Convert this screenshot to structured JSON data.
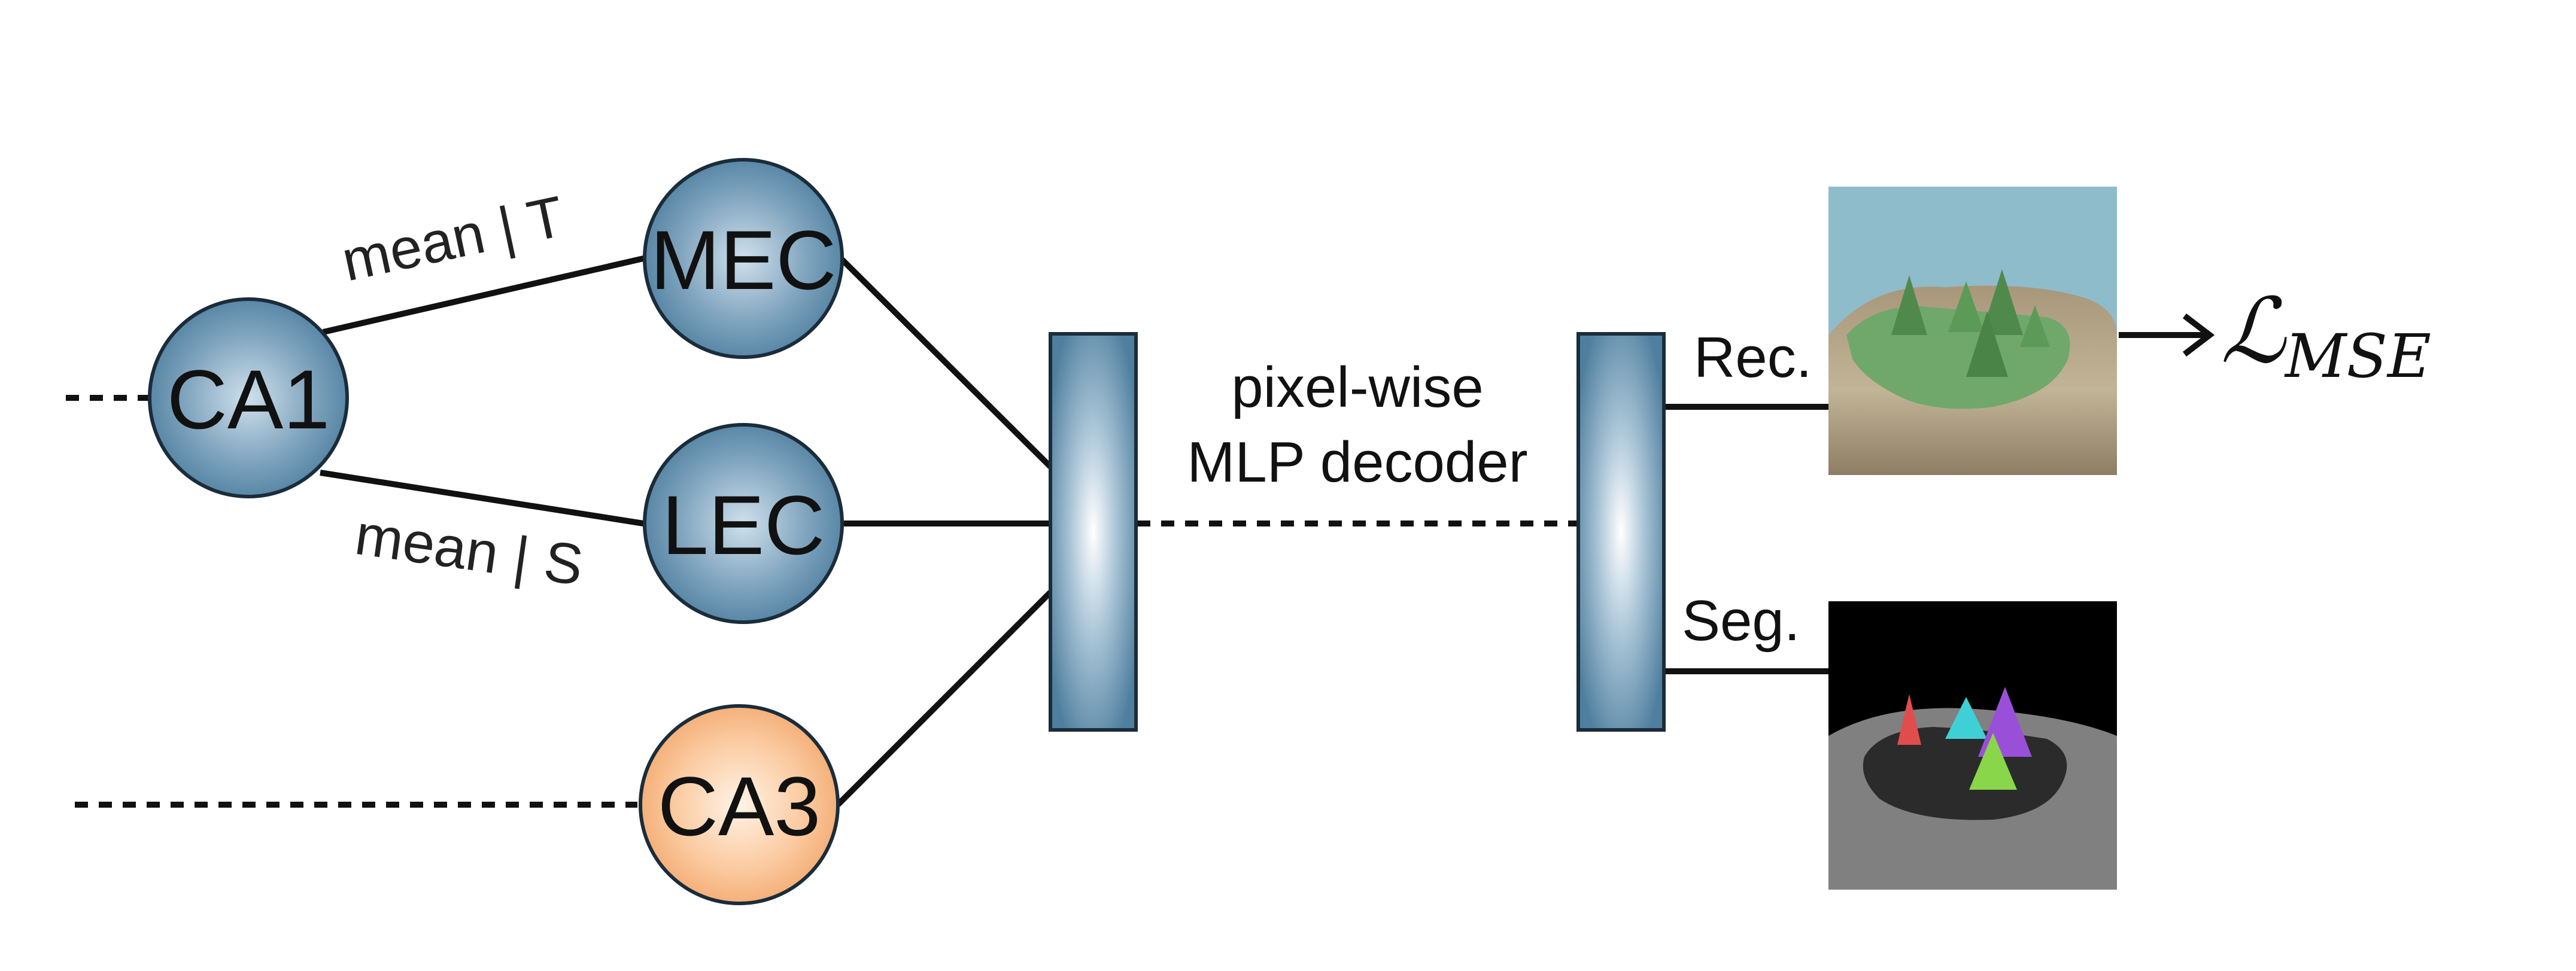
{
  "nodes": {
    "ca1": "CA1",
    "mec": "MEC",
    "lec": "LEC",
    "ca3": "CA3"
  },
  "edges": {
    "ca1_mec": "mean | T",
    "ca1_lec": "mean | S"
  },
  "decoder": {
    "line1": "pixel-wise",
    "line2": "MLP decoder"
  },
  "outputs": {
    "rec": "Rec.",
    "seg": "Seg."
  },
  "loss": {
    "symbol": "ℒ",
    "subscript": "MSE"
  },
  "colors": {
    "blue_node": "#5d8aa8",
    "orange_node": "#f6b987",
    "decoder_block": "#4f7f9e",
    "sky": "#8fbccb",
    "grass": "#6fa86a",
    "seg_background": "#000000",
    "seg_ground": "#808080"
  }
}
